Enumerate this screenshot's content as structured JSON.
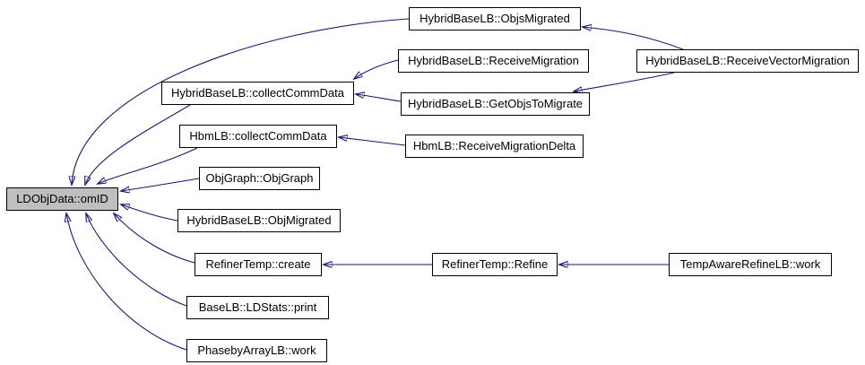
{
  "diagram": {
    "type": "call-graph",
    "colors": {
      "edge": "#191970",
      "node_border": "#000000",
      "node_fill": "#ffffff",
      "highlight_fill": "#bfbfbf",
      "background": "#ffffff"
    },
    "nodes": [
      {
        "id": "omid",
        "label": "LDObjData::omID",
        "highlighted": true
      },
      {
        "id": "objs-migrated",
        "label": "HybridBaseLB::ObjsMigrated",
        "highlighted": false
      },
      {
        "id": "receive-migration",
        "label": "HybridBaseLB::ReceiveMigration",
        "highlighted": false
      },
      {
        "id": "receive-vector-migration",
        "label": "HybridBaseLB::ReceiveVectorMigration",
        "highlighted": false
      },
      {
        "id": "hybrid-collect-comm-data",
        "label": "HybridBaseLB::collectCommData",
        "highlighted": false
      },
      {
        "id": "get-objs-to-migrate",
        "label": "HybridBaseLB::GetObjsToMigrate",
        "highlighted": false
      },
      {
        "id": "hbm-collect-comm-data",
        "label": "HbmLB::collectCommData",
        "highlighted": false
      },
      {
        "id": "receive-migration-delta",
        "label": "HbmLB::ReceiveMigrationDelta",
        "highlighted": false
      },
      {
        "id": "obj-graph",
        "label": "ObjGraph::ObjGraph",
        "highlighted": false
      },
      {
        "id": "obj-migrated",
        "label": "HybridBaseLB::ObjMigrated",
        "highlighted": false
      },
      {
        "id": "refiner-temp-create",
        "label": "RefinerTemp::create",
        "highlighted": false
      },
      {
        "id": "refiner-temp-refine",
        "label": "RefinerTemp::Refine",
        "highlighted": false
      },
      {
        "id": "temp-aware-refine-work",
        "label": "TempAwareRefineLB::work",
        "highlighted": false
      },
      {
        "id": "ldstats-print",
        "label": "BaseLB::LDStats::print",
        "highlighted": false
      },
      {
        "id": "phaseby-array-work",
        "label": "PhasebyArrayLB::work",
        "highlighted": false
      }
    ],
    "edges": [
      {
        "from": "HybridBaseLB::ObjsMigrated",
        "to": "LDObjData::omID"
      },
      {
        "from": "HybridBaseLB::collectCommData",
        "to": "LDObjData::omID"
      },
      {
        "from": "HbmLB::collectCommData",
        "to": "LDObjData::omID"
      },
      {
        "from": "ObjGraph::ObjGraph",
        "to": "LDObjData::omID"
      },
      {
        "from": "HybridBaseLB::ObjMigrated",
        "to": "LDObjData::omID"
      },
      {
        "from": "RefinerTemp::create",
        "to": "LDObjData::omID"
      },
      {
        "from": "BaseLB::LDStats::print",
        "to": "LDObjData::omID"
      },
      {
        "from": "PhasebyArrayLB::work",
        "to": "LDObjData::omID"
      },
      {
        "from": "HybridBaseLB::ReceiveMigration",
        "to": "HybridBaseLB::collectCommData"
      },
      {
        "from": "HybridBaseLB::GetObjsToMigrate",
        "to": "HybridBaseLB::collectCommData"
      },
      {
        "from": "HybridBaseLB::ReceiveVectorMigration",
        "to": "HybridBaseLB::ObjsMigrated"
      },
      {
        "from": "HybridBaseLB::ReceiveVectorMigration",
        "to": "HybridBaseLB::GetObjsToMigrate"
      },
      {
        "from": "HbmLB::ReceiveMigrationDelta",
        "to": "HbmLB::collectCommData"
      },
      {
        "from": "RefinerTemp::Refine",
        "to": "RefinerTemp::create"
      },
      {
        "from": "TempAwareRefineLB::work",
        "to": "RefinerTemp::Refine"
      }
    ]
  }
}
